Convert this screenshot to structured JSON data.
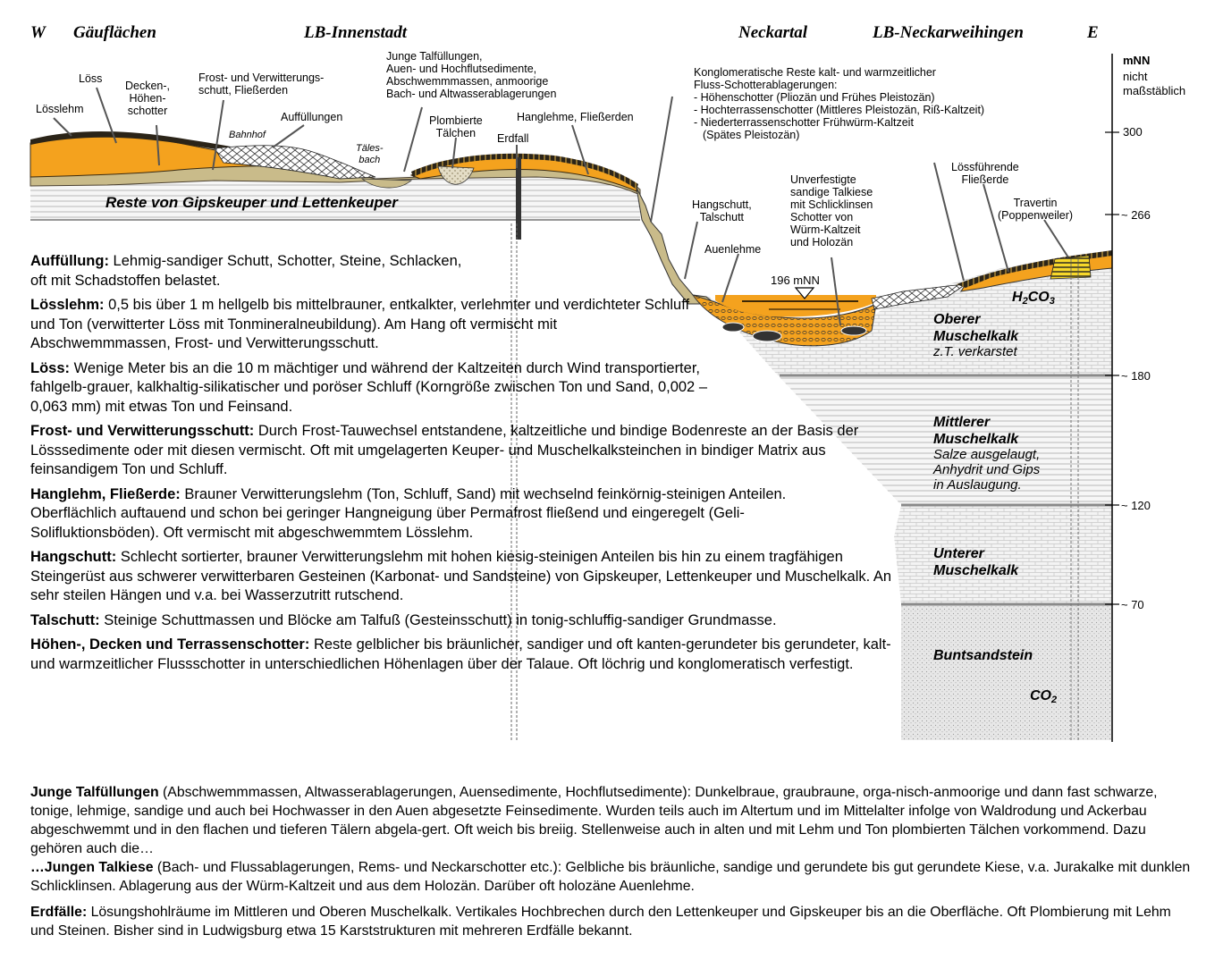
{
  "header": {
    "west": "W",
    "gaeuflaechen": "Gäuflächen",
    "innenstadt": "LB-Innenstadt",
    "neckartal": "Neckartal",
    "neckarweihingen": "LB-Neckarweihingen",
    "east": "E"
  },
  "scale": {
    "unit": "mNN",
    "note_line1": "nicht",
    "note_line2": "maßstäblich",
    "ticks": [
      "300",
      "~ 266",
      "~ 180",
      "~ 120",
      "~ 70"
    ]
  },
  "labels": {
    "loesslehm": "Lösslehm",
    "loess": "Löss",
    "decken_1": "Decken-,",
    "decken_2": "Höhen-",
    "decken_3": "schotter",
    "frost_1": "Frost- und Verwitterungs-",
    "frost_2": "schutt, Fließerden",
    "bahnhof": "Bahnhof",
    "auffuellungen": "Auffüllungen",
    "taeles_1": "Täles-",
    "taeles_2": "bach",
    "junge_1": "Junge Talfüllungen,",
    "junge_2": "Auen- und Hochflutsedimente,",
    "junge_3": "Abschwemmmassen, anmoorige",
    "junge_4": "Bach- und Altwasserablagerungen",
    "plomb_1": "Plombierte",
    "plomb_2": "Tälchen",
    "erdfall": "Erdfall",
    "hanglehme": "Hanglehme, Fließerden",
    "konglo_1": "Konglomeratische Reste kalt- und warmzeitlicher",
    "konglo_2": "Fluss-Schotterablagerungen:",
    "konglo_3": "- Höhenschotter (Pliozän und Frühes Pleistozän)",
    "konglo_4": "- Hochterrassenschotter (Mittleres Pleistozän, Riß-Kaltzeit)",
    "konglo_5": "- Niederterrassenschotter Frühwürm-Kaltzeit",
    "konglo_6": "(Spätes Pleistozän)",
    "lossf_1": "Lössführende",
    "lossf_2": "Fließerde",
    "unverf_1": "Unverfestigte",
    "unverf_2": "sandige Talkiese",
    "unverf_3": "mit Schlicklinsen",
    "unverf_4": "Schotter von",
    "unverf_5": "Würm-Kaltzeit",
    "unverf_6": "und Holozän",
    "hangschutt_1": "Hangschutt,",
    "hangschutt_2": "Talschutt",
    "travertin_1": "Travertin",
    "travertin_2": "(Poppenweiler)",
    "auenlehme": "Auenlehme",
    "water_level": "196 mNN"
  },
  "layers": {
    "gipskeuper": "Reste von Gipskeuper und Lettenkeuper",
    "oberer_1": "Oberer",
    "oberer_2": "Muschelkalk",
    "oberer_3": "z.T. verkarstet",
    "mittlerer_1": "Mittlerer",
    "mittlerer_2": "Muschelkalk",
    "mittlerer_3": "Salze ausgelaugt,",
    "mittlerer_4": "Anhydrit und Gips",
    "mittlerer_5": "in Auslaugung.",
    "unterer_1": "Unterer",
    "unterer_2": "Muschelkalk",
    "buntsandstein": "Buntsandstein",
    "h2co3_a": "H",
    "h2co3_b": "2",
    "h2co3_c": "CO",
    "h2co3_d": "3",
    "co2_a": "CO",
    "co2_b": "2"
  },
  "descriptions": [
    {
      "term": "Auffüllung:",
      "text": " Lehmig-sandiger Schutt, Schotter, Steine, Schlacken, oft mit Schadstoffen belastet."
    },
    {
      "term": "Lösslehm:",
      "text": " 0,5 bis über 1 m hellgelb bis mittelbrauner, entkalkter, verlehmter und verdichteter Schluff und Ton (verwitterter Löss  mit Tonmineralneubildung). Am Hang oft vermischt mit Abschwemmmassen, Frost- und Verwitterungsschutt."
    },
    {
      "term": "Löss:",
      "text": " Wenige Meter bis an die 10 m mächtiger und während der Kaltzeiten durch Wind transportierter, fahlgelb-grauer, kalkhaltig-silikatischer und poröser Schluff  (Korngröße zwischen Ton und Sand, 0,002 – 0,063 mm) mit etwas Ton und Feinsand."
    },
    {
      "term": "Frost- und Verwitterungsschutt:",
      "text": " Durch Frost-Tauwechsel entstandene, kaltzeitliche und bindige Bodenreste an der Basis der Lösssedimente oder mit diesen vermischt. Oft mit umgelagerten Keuper- und Muschelkalksteinchen in bindiger Matrix aus feinsandigem Ton und Schluff."
    },
    {
      "term": "Hanglehm, Fließerde:",
      "text": " Brauner Verwitterungslehm (Ton, Schluff, Sand) mit wechselnd feinkörnig-steinigen Anteilen. Oberflächlich auftauend und schon bei geringer Hangneigung über Permafrost fließend und eingeregelt (Geli-Solifluktionsböden). Oft vermischt mit abgeschwemmtem Lösslehm."
    },
    {
      "term": "Hangschutt:",
      "text": " Schlecht sortierter, brauner Verwitterungslehm mit hohen kiesig-steinigen Anteilen bis hin zu einem tragfähigen Steingerüst aus schwerer verwitterbaren Gesteinen (Karbonat- und Sandsteine) von Gipskeuper, Lettenkeuper und Muschelkalk. An sehr steilen Hängen und v.a. bei Wasserzutritt rutschend."
    },
    {
      "term": "Talschutt:",
      "text": " Steinige Schuttmassen und Blöcke am Talfuß (Gesteinsschutt) in tonig-schluffig-sandiger Grundmasse."
    },
    {
      "term": "Höhen-, Decken und Terrassenschotter:",
      "text": " Reste gelblicher bis bräunlicher, sandiger und oft kanten-gerundeter bis gerundeter, kalt- und warmzeitlicher Flussschotter in unterschiedlichen Höhenlagen über der Talaue. Oft löchrig und konglomeratisch verfestigt."
    }
  ],
  "bottom": {
    "junge_term": "Junge Talfüllungen",
    "junge_text": " (Abschwemmmassen, Altwasserablagerungen, Auensedimente, Hochflutsedimente): Dunkelbraue, graubraune, orga-nisch-anmoorige und dann fast schwarze, tonige, lehmige, sandige und auch bei Hochwasser in den Auen abgesetzte Feinsedimente. Wurden teils auch im Altertum und im Mittelalter infolge von Waldrodung und Ackerbau abgeschwemmt und in den flachen und tieferen Tälern abgela-gert. Oft weich bis breiig. Stellenweise auch in alten und mit Lehm und Ton plombierten Tälchen vorkommend. Dazu gehören auch die…",
    "talkiese_term": "…Jungen Talkiese",
    "talkiese_text": " (Bach- und Flussablagerungen, Rems- und Neckarschotter etc.): Gelbliche bis bräunliche, sandige und gerundete bis gut gerundete Kiese, v.a. Jurakalke mit dunklen Schlicklinsen. Ablagerung aus der Würm-Kaltzeit und aus dem Holozän. Darüber oft holozäne Auenlehme.",
    "erdfaelle_term": "Erdfälle:",
    "erdfaelle_text": " Lösungshohlräume im Mittleren und Oberen Muschelkalk. Vertikales Hochbrechen durch den Lettenkeuper und Gipskeuper bis an die Oberfläche. Oft Plombierung mit Lehm und Steinen. Bisher sind in Ludwigsburg etwa 15 Karststrukturen mit mehreren Erdfälle bekannt."
  },
  "colors": {
    "loess_orange": "#f4a21e",
    "loesslehm_dark": "#2b2418",
    "schutt_tan": "#c9bb8a",
    "keuper_grey": "#d9d9d9",
    "muschelkalk_grey": "#ececec",
    "buntsandstein_grey": "#e6e6e6"
  }
}
